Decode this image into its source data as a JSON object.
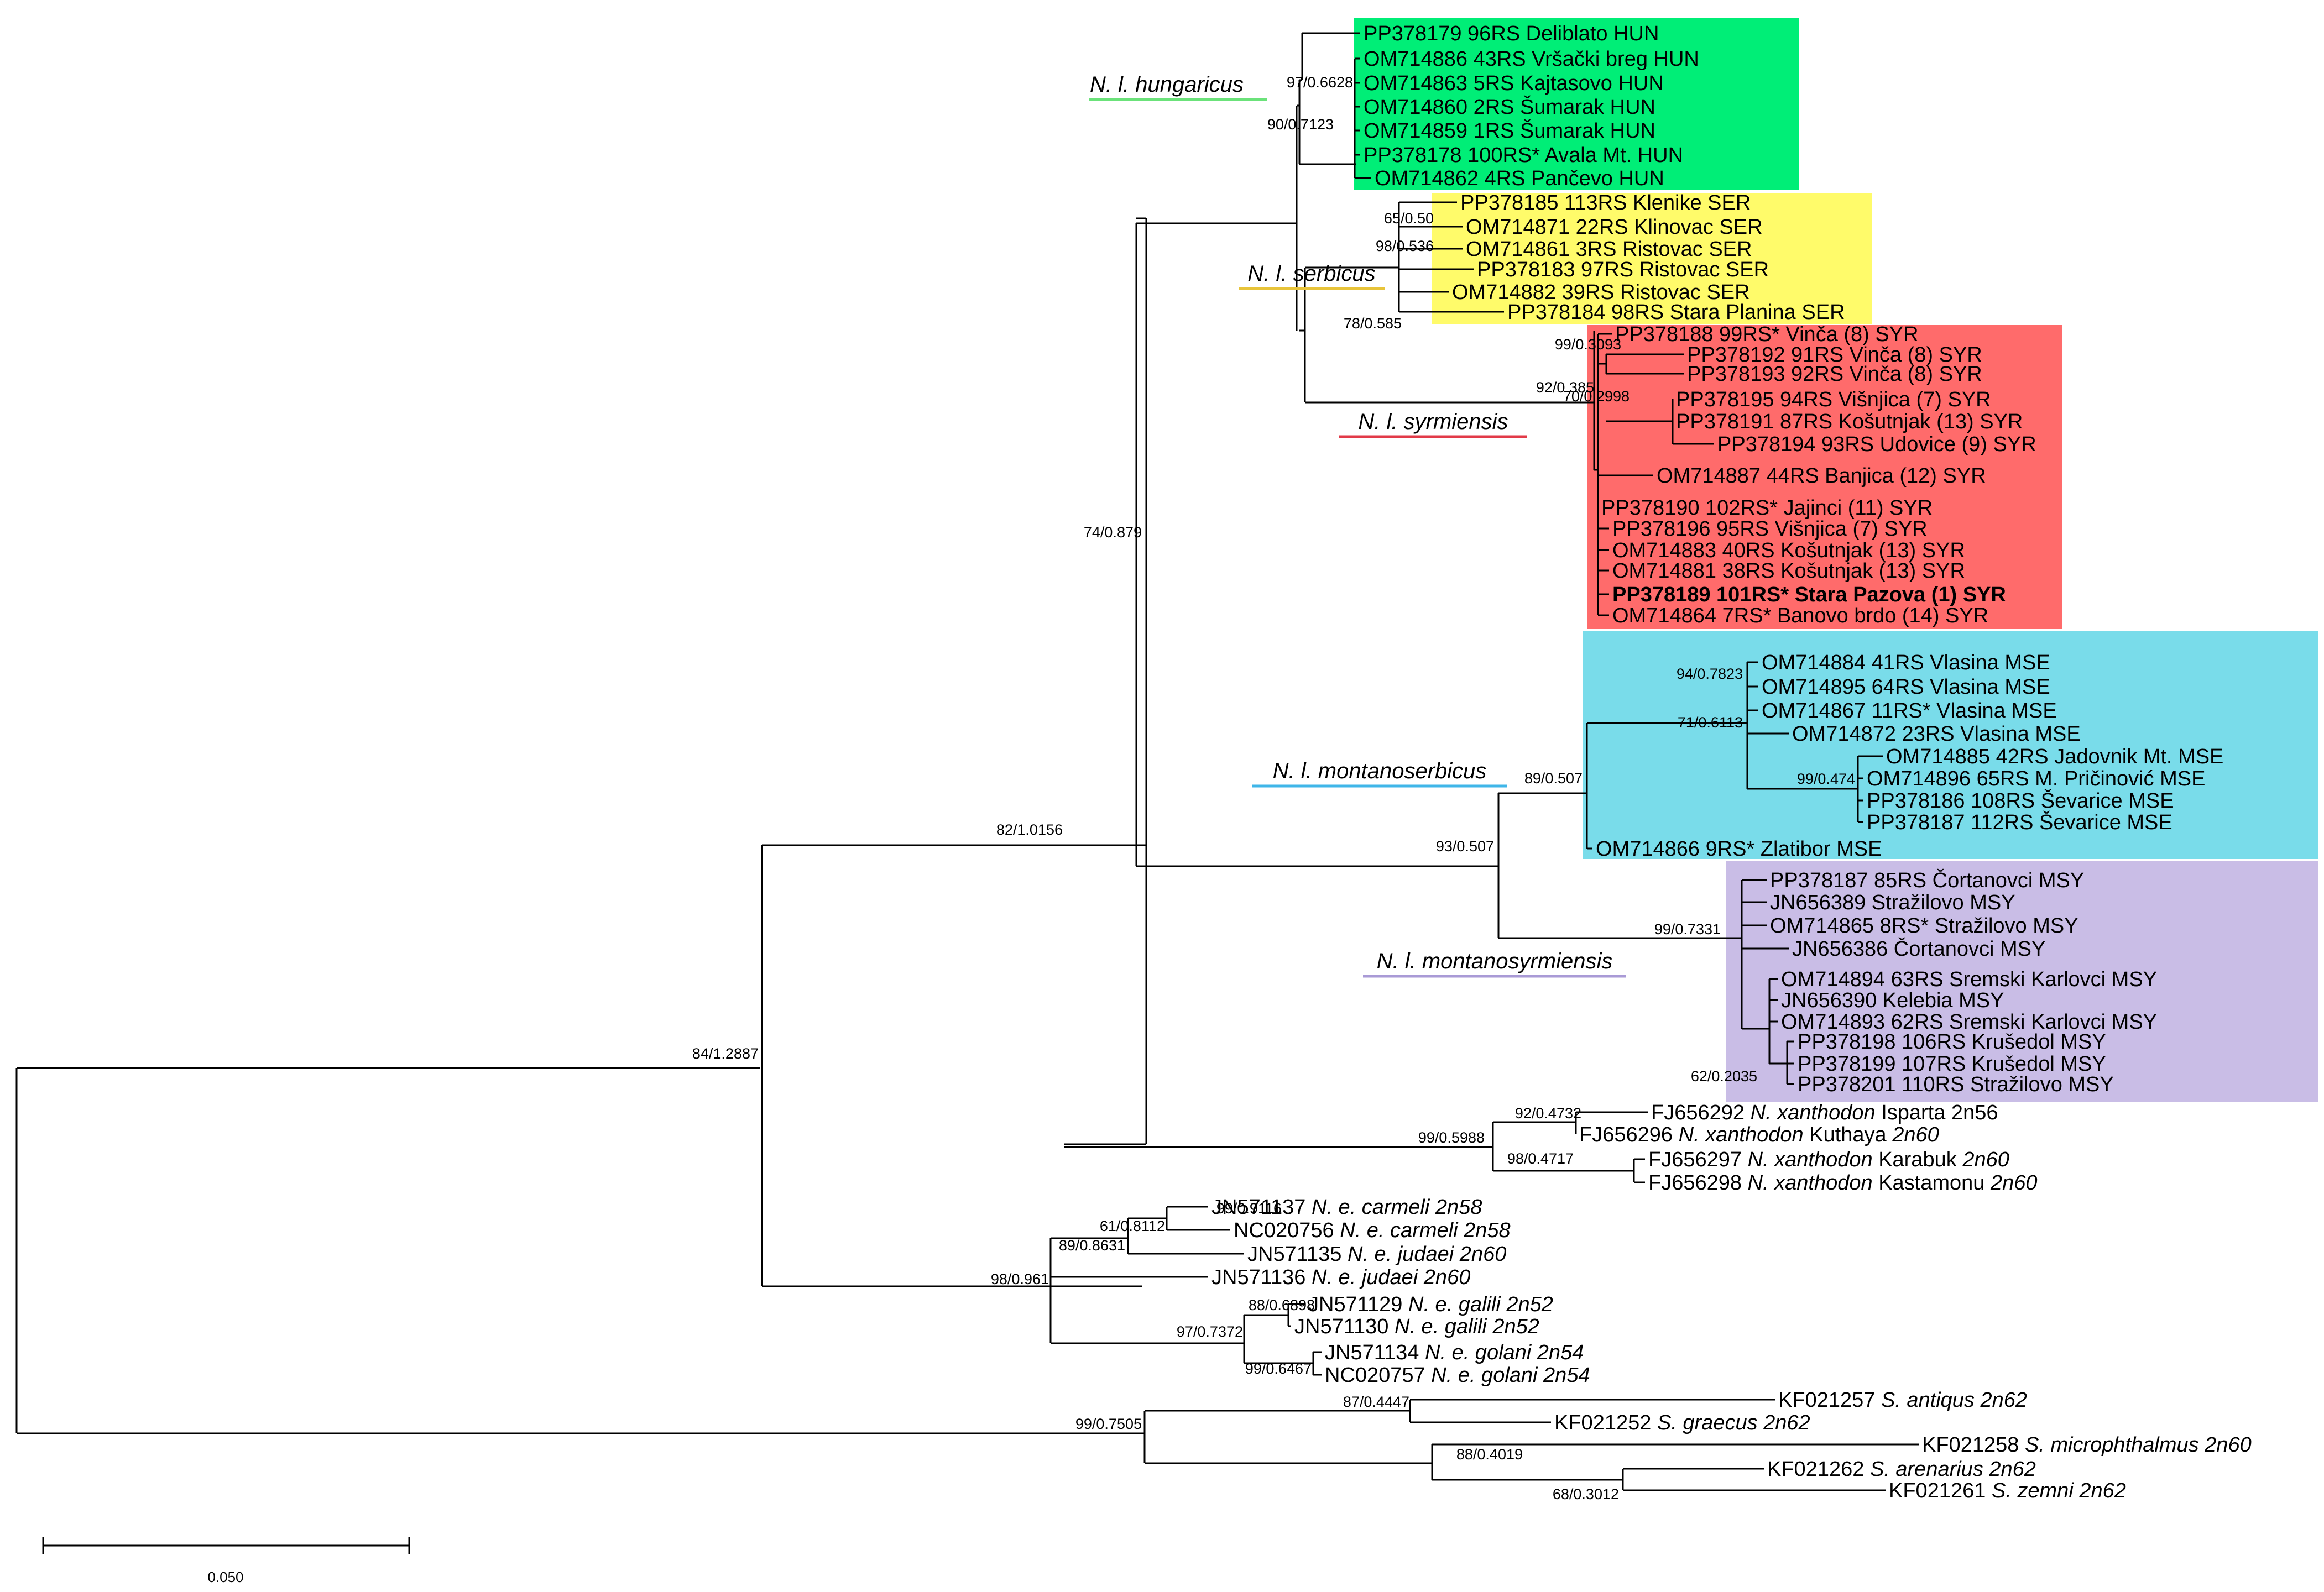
{
  "clades": [
    {
      "key": "hungaricus",
      "name": "N. l. hungaricus",
      "color": "#00ee77",
      "underline": "#6be27a"
    },
    {
      "key": "serbicus",
      "name": "N. l. serbicus",
      "color": "#fffb6a",
      "underline": "#e8c43a"
    },
    {
      "key": "syrmiensis",
      "name": "N. l. syrmiensis",
      "color": "#ff6b6b",
      "underline": "#e23a48"
    },
    {
      "key": "montanoserbicus",
      "name": "N. l. montanoserbicus",
      "color": "#79dcea",
      "underline": "#3fb6e8"
    },
    {
      "key": "montanosyrmiensis",
      "name": "N. l. montanosyrmiensis",
      "color": "#c9bde6",
      "underline": "#a99ad6"
    }
  ],
  "tips": [
    {
      "t": "PP378179 96RS Deliblato HUN"
    },
    {
      "t": "OM714886 43RS Vršački breg HUN"
    },
    {
      "t": "OM714863 5RS Kajtasovo HUN"
    },
    {
      "t": "OM714860 2RS Šumarak HUN"
    },
    {
      "t": "OM714859 1RS Šumarak HUN"
    },
    {
      "t": "PP378178 100RS* Avala Mt. HUN"
    },
    {
      "t": "OM714862 4RS Pančevo HUN"
    },
    {
      "t": "PP378185 113RS Klenike SER"
    },
    {
      "t": "OM714871 22RS Klinovac SER"
    },
    {
      "t": "OM714861 3RS Ristovac SER"
    },
    {
      "t": "PP378183 97RS Ristovac SER"
    },
    {
      "t": "OM714882 39RS Ristovac SER"
    },
    {
      "t": "PP378184 98RS Stara Planina SER"
    },
    {
      "t": "PP378188 99RS* Vinča (8) SYR"
    },
    {
      "t": "PP378192 91RS Vinča (8) SYR"
    },
    {
      "t": "PP378193 92RS Vinča (8) SYR"
    },
    {
      "t": "PP378195 94RS Višnjica (7) SYR"
    },
    {
      "t": "PP378191 87RS Košutnjak (13) SYR"
    },
    {
      "t": "PP378194 93RS Udovice (9) SYR"
    },
    {
      "t": "OM714887 44RS Banjica (12) SYR"
    },
    {
      "t": "PP378190 102RS* Jajinci (11) SYR"
    },
    {
      "t": "PP378196 95RS Višnjica (7) SYR"
    },
    {
      "t": "OM714883 40RS Košutnjak (13) SYR"
    },
    {
      "t": "OM714881 38RS Košutnjak (13) SYR"
    },
    {
      "t": "PP378189 101RS* Stara Pazova (1) SYR",
      "bold": true
    },
    {
      "t": "OM714864 7RS* Banovo brdo (14) SYR"
    },
    {
      "t": "OM714884 41RS Vlasina MSE"
    },
    {
      "t": "OM714895 64RS Vlasina MSE"
    },
    {
      "t": "OM714867 11RS* Vlasina MSE"
    },
    {
      "t": "OM714872 23RS Vlasina MSE"
    },
    {
      "t": "OM714885 42RS Jadovnik Mt. MSE"
    },
    {
      "t": "OM714896 65RS M. Pričinović MSE"
    },
    {
      "t": "PP378186 108RS Ševarice MSE"
    },
    {
      "t": "PP378187 112RS Ševarice MSE"
    },
    {
      "t": "OM714866 9RS* Zlatibor MSE"
    },
    {
      "t": "PP378187 85RS Čortanovci MSY"
    },
    {
      "t": "JN656389 Stražilovo MSY"
    },
    {
      "t": "OM714865 8RS* Stražilovo MSY"
    },
    {
      "t": "JN656386 Čortanovci MSY"
    },
    {
      "t": "OM714894 63RS Sremski Karlovci MSY"
    },
    {
      "t": "JN656390 Kelebia MSY"
    },
    {
      "t": "OM714893 62RS Sremski Karlovci MSY"
    },
    {
      "t": "PP378198 106RS Krušedol MSY"
    },
    {
      "t": "PP378199 107RS Krušedol MSY"
    },
    {
      "t": "PP378201 110RS Stražilovo MSY"
    },
    {
      "t": "FJ656292",
      "sp": "N. xanthodon",
      "post": "Isparta 2n56"
    },
    {
      "t": "FJ656296",
      "sp": "N. xanthodon",
      "post": "Kuthaya",
      "k": "2n60"
    },
    {
      "t": "FJ656297",
      "sp": "N. xanthodon",
      "post": "Karabuk",
      "k": "2n60"
    },
    {
      "t": "FJ656298",
      "sp": "N. xanthodon",
      "post": "Kastamonu",
      "k": "2n60"
    },
    {
      "t": "JN571137",
      "sp": "N. e. carmeli",
      "k": "2n58"
    },
    {
      "t": "NC020756",
      "sp": "N. e. carmeli",
      "k": "2n58"
    },
    {
      "t": "JN571135",
      "sp": "N. e. judaei",
      "k": "2n60"
    },
    {
      "t": "JN571136",
      "sp": "N. e. judaei",
      "k": "2n60"
    },
    {
      "t": "JN571129",
      "sp": "N. e. galili",
      "k": "2n52"
    },
    {
      "t": "JN571130",
      "sp": "N. e. galili",
      "k": "2n52"
    },
    {
      "t": "JN571134",
      "sp": "N. e. golani",
      "k": "2n54"
    },
    {
      "t": "NC020757",
      "sp": "N. e. golani",
      "k": "2n54"
    },
    {
      "t": "KF021257",
      "sp": "S. antiqus",
      "k": "2n62"
    },
    {
      "t": "KF021252",
      "sp": "S. graecus",
      "k": "2n62"
    },
    {
      "t": "KF021258",
      "sp": "S. microphthalmus",
      "k": "2n60"
    },
    {
      "t": "KF021262",
      "sp": "S. arenarius",
      "k": "2n62"
    },
    {
      "t": "KF021261",
      "sp": "S. zemni",
      "k": "2n62"
    }
  ],
  "supports": [
    "97/0.6628",
    "90/0.7123",
    "65/0.50",
    "98/0.536",
    "78/0.585",
    "99/0.3093",
    "70/0.2998",
    "92/0.385",
    "74/0.879",
    "94/0.7823",
    "71/0.6113",
    "99/0.474",
    "89/0.507",
    "93/0.507",
    "99/0.7331",
    "62/0.2035",
    "82/1.0156",
    "92/0.4732",
    "99/0.5988",
    "98/0.4717",
    "84/1.2887",
    "99/0.9116",
    "61/0.8112",
    "89/0.8631",
    "98/0.961",
    "88/0.6898",
    "97/0.7372",
    "99/0.6467",
    "87/0.4447",
    "99/0.7505",
    "88/0.4019",
    "68/0.3012"
  ],
  "scale": {
    "label": "0.050"
  }
}
